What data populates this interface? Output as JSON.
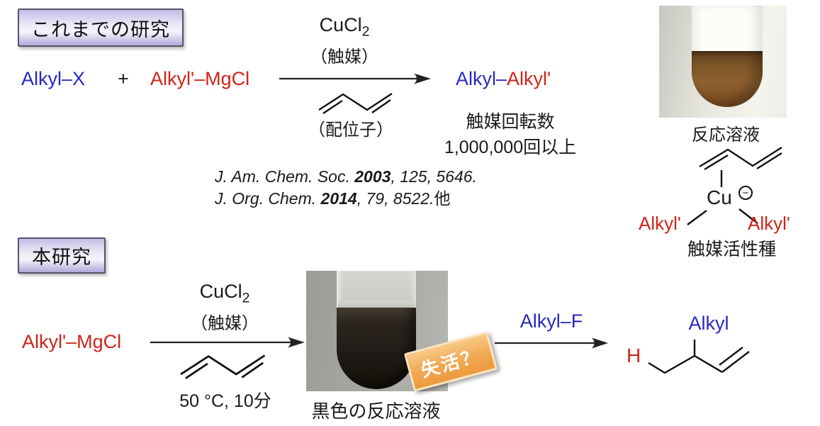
{
  "colors": {
    "blue": "#2828c0",
    "red": "#ce2418",
    "badge_orange": "#ef9e45",
    "tag_lavender": "#c6bce6"
  },
  "prev": {
    "tag": "これまでの研究",
    "reactant1": "Alkyl–X",
    "plus": "+",
    "reactant2": "Alkyl'–MgCl",
    "catalyst": "CuCl",
    "catalyst_sub": "2",
    "catalyst_note": "（触媒）",
    "ligand_note": "（配位子）",
    "product_part1": "Alkyl–",
    "product_part2": "Alkyl'",
    "turnover_label": "触媒回転数",
    "turnover_value": "1,000,000回以上",
    "citation1": {
      "journal": "J. Am. Chem. Soc. ",
      "year": "2003",
      "sep": ", ",
      "volume": "125",
      "tail": ", 5646."
    },
    "citation2": {
      "journal": "J. Org. Chem. ",
      "year": "2014",
      "sep": ", ",
      "volume": "79",
      "tail": ", 8522.",
      "suffix": "他"
    }
  },
  "photo_top": {
    "caption": "反応溶液"
  },
  "complex": {
    "metal": "Cu",
    "charge": "−",
    "ligand_left": "Alkyl'",
    "ligand_right": "Alkyl'",
    "caption": "触媒活性種"
  },
  "current": {
    "tag": "本研究",
    "reactant": "Alkyl'–MgCl",
    "catalyst": "CuCl",
    "catalyst_sub": "2",
    "catalyst_note": "（触媒）",
    "conditions": "50 °C, 10分",
    "photo_caption": "黒色の反応溶液",
    "badge": "失活？",
    "step2_reagent": "Alkyl–F",
    "product_h": "H",
    "product_alkyl": "Alkyl"
  }
}
